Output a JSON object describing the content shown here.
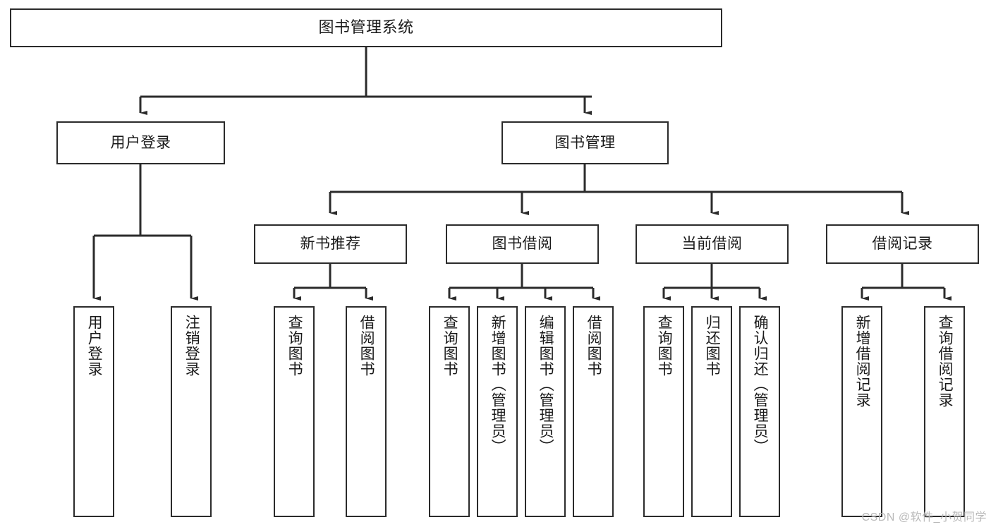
{
  "diagram": {
    "title": "图书管理系统",
    "type": "hierarchy-tree",
    "theme": {
      "background": "#ffffff",
      "box_border": "#2b2b2b",
      "box_fill": "#ffffff",
      "text": "#1a1a1a",
      "connector": "#2b2b2b",
      "watermark": "#b9b9b9"
    },
    "watermark": "CSDN @软件_小贺同学",
    "nodes": {
      "root": {
        "label": "图书管理系统"
      },
      "level2": [
        {
          "label": "用户登录"
        },
        {
          "label": "图书管理"
        }
      ],
      "level3": [
        {
          "label": "新书推荐"
        },
        {
          "label": "图书借阅"
        },
        {
          "label": "当前借阅"
        },
        {
          "label": "借阅记录"
        }
      ],
      "leaves": {
        "user_login": [
          {
            "label": "用户登录"
          },
          {
            "label": "注销登录"
          }
        ],
        "new_book_recommend": [
          {
            "label": "查询图书"
          },
          {
            "label": "借阅图书"
          }
        ],
        "book_borrow": [
          {
            "label": "查询图书"
          },
          {
            "label": "新增图书（管理员）"
          },
          {
            "label": "编辑图书（管理员）"
          },
          {
            "label": "借阅图书"
          }
        ],
        "current_borrow": [
          {
            "label": "查询图书"
          },
          {
            "label": "归还图书"
          },
          {
            "label": "确认归还（管理员）"
          }
        ],
        "borrow_record": [
          {
            "label": "新增借阅记录"
          },
          {
            "label": "查询借阅记录"
          }
        ]
      }
    }
  }
}
